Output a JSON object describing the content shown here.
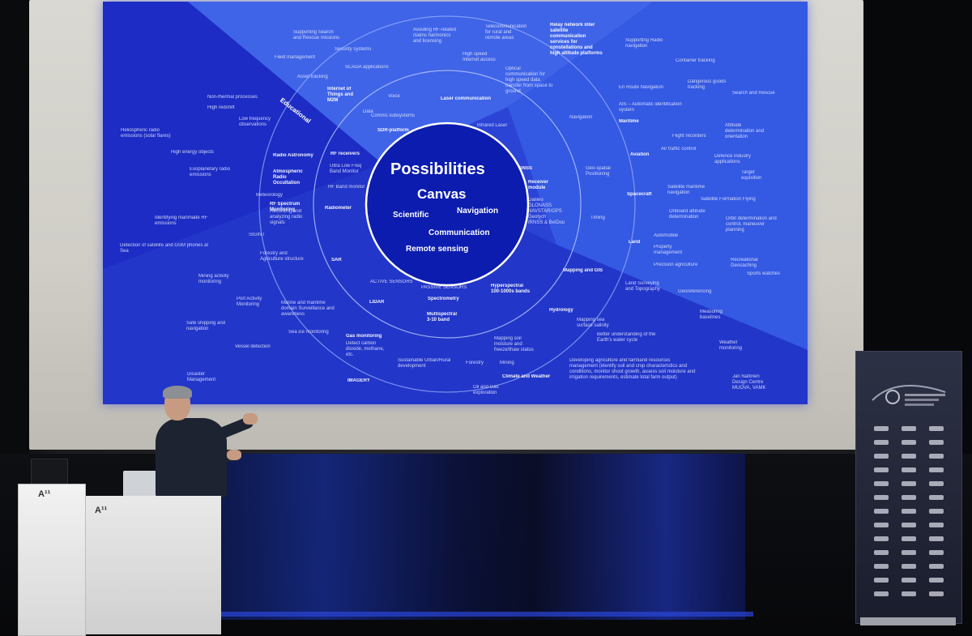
{
  "slide": {
    "core": {
      "title": "Possibilities",
      "subtitle": "Canvas",
      "scientific": "Scientific",
      "navigation": "Navigation",
      "communication": "Communication",
      "remote_sensing": "Remote sensing"
    },
    "educational_band": "Educational",
    "labels": [
      "Supporting Search\nand Rescue missions",
      "Avoiding RF-related\nclaims harmonics\nand licensing",
      "Telecommunication\nfor rural and\nremote areas",
      "Relay network inter\nsatellite\ncommunication\nservices for\nconstellations and\nhigh altitude platforms",
      "Supporting Radio\nnavigation",
      "Fleet management",
      "Security systems",
      "High speed\nInternet access",
      "Container tracking",
      "SCADA applications",
      "Optical\ncommunication for\nhigh speed data\ntransfer from space to\nground",
      "Asset tracking",
      "En Route Navigation",
      "Dangerous goods\ntracking",
      "Search and Rescue",
      "Non-thermal processes",
      "High redshift",
      "Internet of\nThings and\nM2M",
      "Voice",
      "Laser communication",
      "AIS – Automatic identification\nsystem",
      "Data",
      "Low frequency\nobservations",
      "Comms subsystems",
      "Navigation",
      "Maritime",
      "Heliospheric radio\nemissions (solar flares)",
      "SDR-platform",
      "Infrared Laser",
      "Flight recorders",
      "Attitude\ndetermination and\norientation",
      "High energy objects",
      "Aviation",
      "Air traffic control",
      "Radio Astronomy",
      "RF receivers",
      "GNSS",
      "Defence industry\napplications",
      "Exoplanetary radio\nemissions",
      "Atmospheric\nRadio\nOccultation",
      "Ultra Low Freq\nBand Monitor",
      "Geo-spatial\nPositioning",
      "Target\nequisition",
      "HF Band monitor",
      "Receiver\nmodule",
      "Spacecraft",
      "Satellite maritime\nnavigation",
      "Meteorology",
      "Galileo\nGLONASS\nNAVSTAR/GPS\nGeotych\nIRNSS & BeiDou",
      "Satellite Formation Flying",
      "RF Spectrum\nMonitoring",
      "Recording and\nanalyzing radio\nsignals",
      "Radiometer",
      "Timing",
      "Identifying manmade RF\nemissions",
      "Onboard attitude\ndetermination",
      "Orbit determination and\ncontrol, maneuver\nplanning",
      "SIGINT",
      "Land",
      "Automobile",
      "Property\nmanagement",
      "Precision agriculture",
      "Detection of satellite and GSM phones at\nSea",
      "Forestry and\nAgriculture structure",
      "SAR",
      "Recreational\nGeocaching",
      "Sports watches",
      "Mapping and GIS",
      "Mining activity\nmonitoring",
      "ACTIVE SENSORS",
      "PASSIVE SENSORS",
      "Hyperspectral\n100-1000s bands",
      "Land Surveying\nand Topography",
      "Georeferencing",
      "Port Activity\nMonitoring",
      "Marine and maritime\ndomain Surveillance and\nawareness",
      "LIDAR",
      "Spectrometry",
      "Hydrology",
      "Measuring\nbaselines",
      "Safe shipping and\nnavigation",
      "Multispectral\n3-10 band",
      "Mapping sea\nsurface salinity",
      "Better understanding of the\nEarth's water cycle",
      "Sea ice monitoring",
      "Gas monitoring",
      "Detect carbon\ndioxide, methane,\netc.",
      "Mapping soil\nmoisture and\nfreeze/thaw status",
      "Weather\nmonitoring",
      "Vessel detection",
      "Sustainable Urban/Rural\ndevelopment",
      "Forestry",
      "Mining",
      "Developing agriculture and farmland resources\nmanagement (identify soil and crop characteristics and\nconditions, monitor shoot growth, assess soil moisture and\nirrigation requirements, estimate total farm output)",
      "Disaster\nManagement",
      "Climate and Weather",
      "IMAGERY",
      "Oil and Gas\nexploration",
      "Jari Nattinen\nDesign Centre\nMUOVA, VAMK"
    ]
  },
  "podium": {
    "logo_front": "A¹¹",
    "logo_side": "A¹¹"
  },
  "colors": {
    "slide_blue": "#2a3fd0",
    "slide_dark": "#1523a8",
    "slide_light": "#4a6ef0",
    "core_blue": "#0a1aa8"
  }
}
